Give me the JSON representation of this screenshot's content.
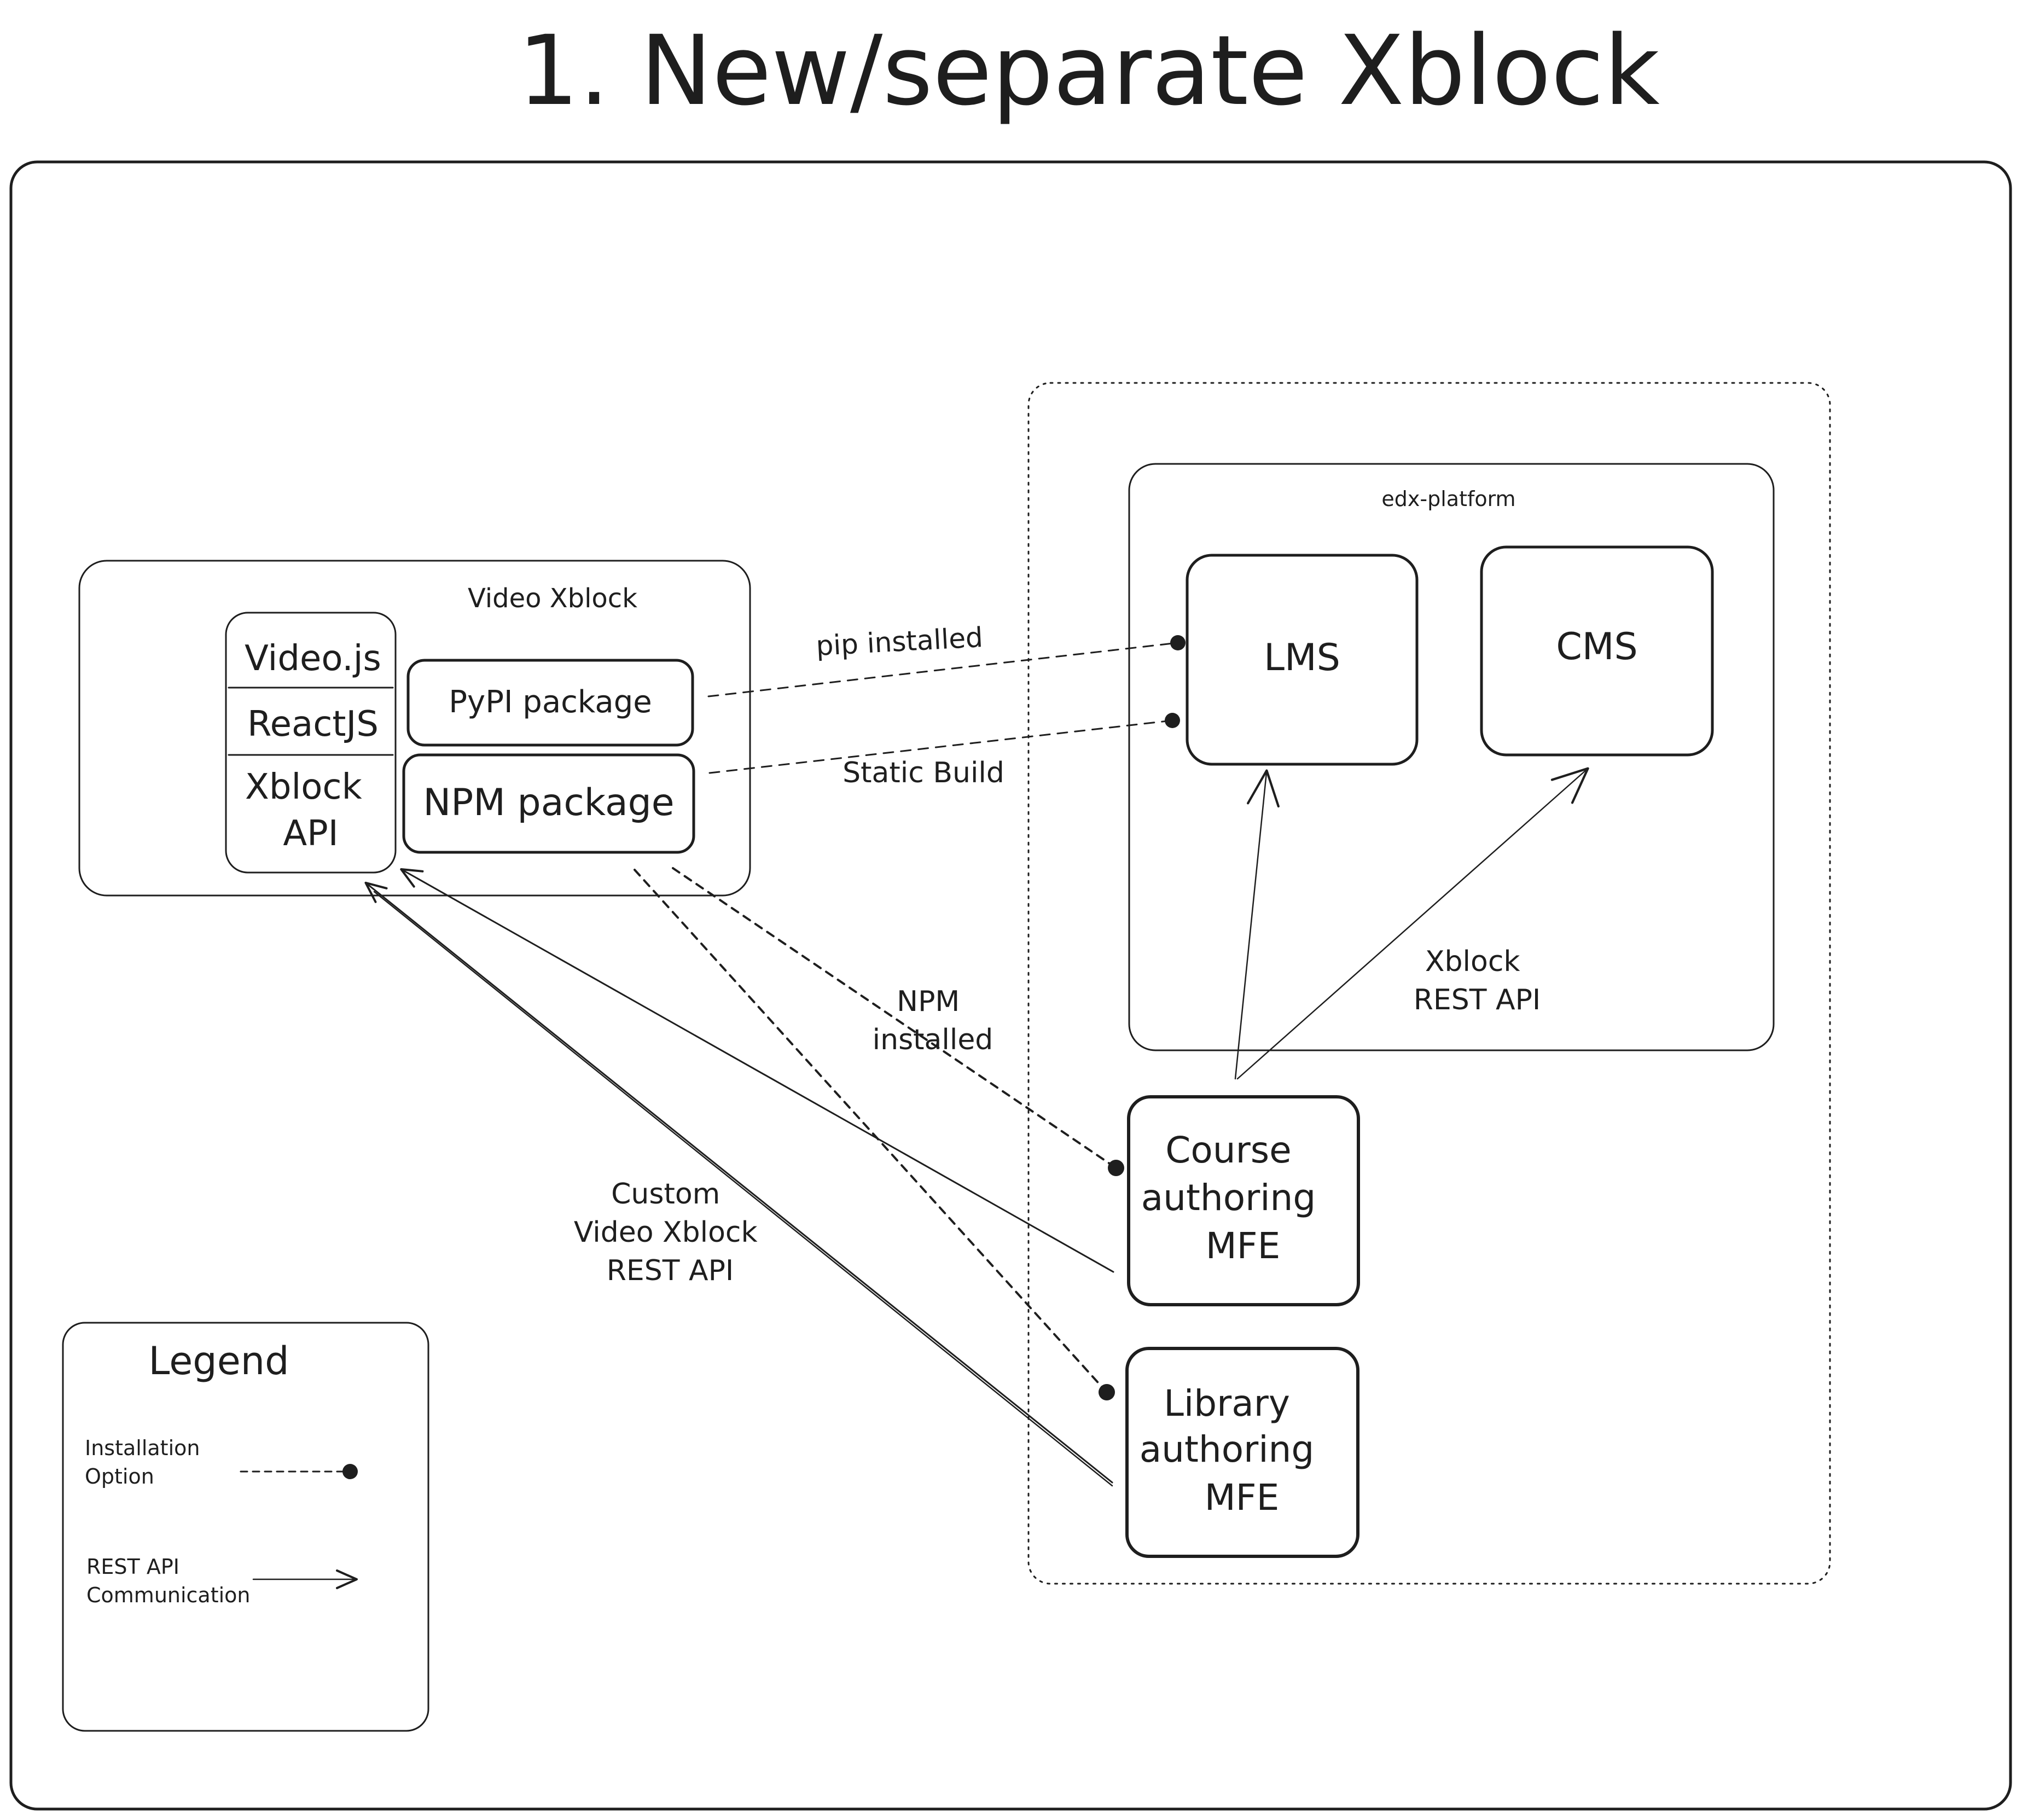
{
  "title": "1. New/separate Xblock",
  "video_xblock": {
    "label": "Video Xblock",
    "stack": [
      "Video.js",
      "ReactJS",
      "Xblock",
      "API"
    ],
    "pypi": "PyPI package",
    "npm": "NPM package"
  },
  "platform": {
    "label": "edx-platform",
    "lms": "LMS",
    "cms": "CMS",
    "rest_api": [
      "Xblock",
      "REST API"
    ]
  },
  "mfes": {
    "course": [
      "Course",
      "authoring",
      "MFE"
    ],
    "library": [
      "Library",
      "authoring",
      "MFE"
    ]
  },
  "connections": {
    "pip": "pip installed",
    "static": "Static Build",
    "npm_installed": [
      "NPM",
      "installed"
    ],
    "custom_api": [
      "Custom",
      "Video Xblock",
      "REST API"
    ]
  },
  "legend": {
    "title": "Legend",
    "installation": [
      "Installation",
      "Option"
    ],
    "rest": [
      "REST API",
      "Communication"
    ]
  },
  "colors": {
    "ink": "#1e1e1e",
    "background": "#ffffff"
  }
}
